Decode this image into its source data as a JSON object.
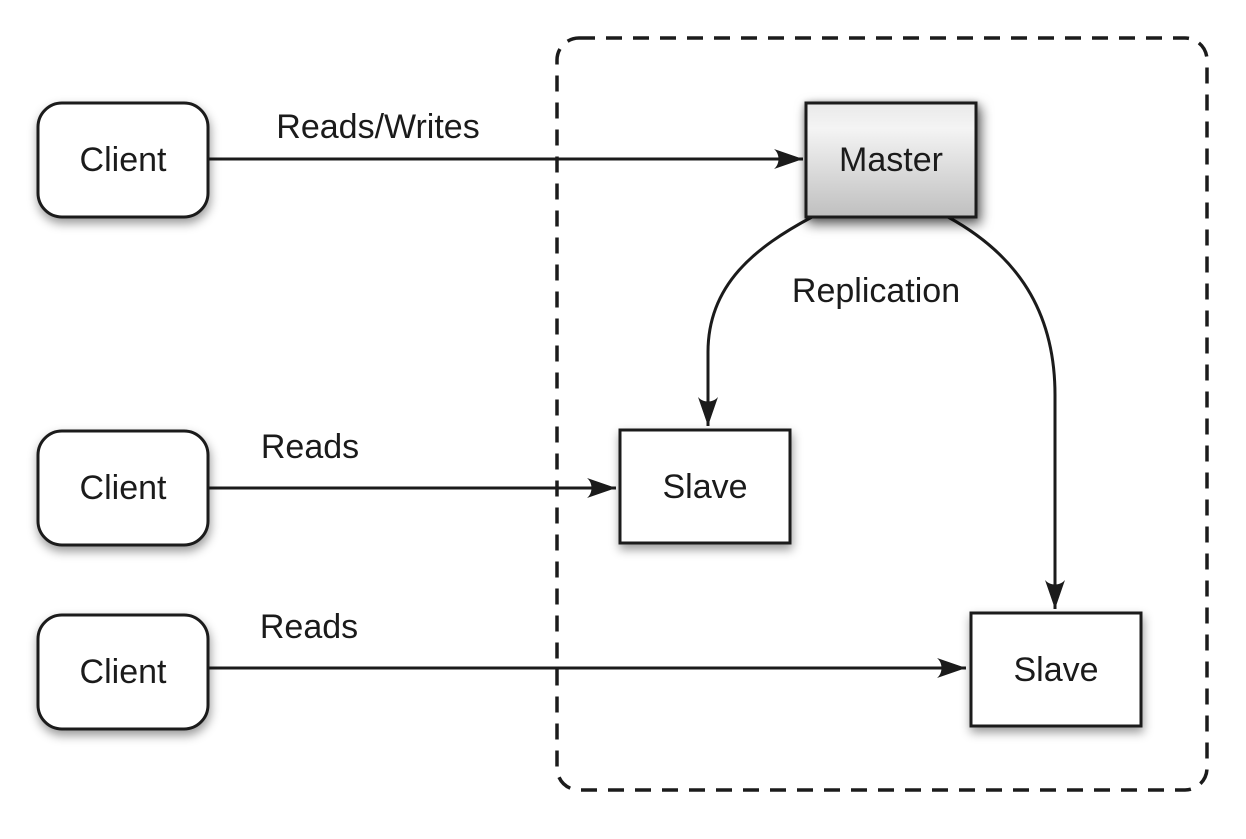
{
  "diagram": {
    "type": "master-slave-replication",
    "nodes": {
      "client1": {
        "label": "Client",
        "shape": "rounded-rect"
      },
      "client2": {
        "label": "Client",
        "shape": "rounded-rect"
      },
      "client3": {
        "label": "Client",
        "shape": "rounded-rect"
      },
      "master": {
        "label": "Master",
        "shape": "rect"
      },
      "slave1": {
        "label": "Slave",
        "shape": "rect"
      },
      "slave2": {
        "label": "Slave",
        "shape": "rect"
      }
    },
    "edges": {
      "client1_to_master": {
        "from": "client1",
        "to": "master",
        "label": "Reads/Writes"
      },
      "client2_to_slave1": {
        "from": "client2",
        "to": "slave1",
        "label": "Reads"
      },
      "client3_to_slave2": {
        "from": "client3",
        "to": "slave2",
        "label": "Reads"
      },
      "master_to_slaves": {
        "from": "master",
        "to": "slave1+slave2",
        "label": "Replication"
      }
    },
    "colors": {
      "background": "#ffffff",
      "line": "#1b1b1b",
      "node_fill": "#ffffff",
      "master_gradient_top": "#e9e9e9",
      "master_gradient_mid": "#f4f4f4",
      "master_gradient_bottom": "#bfbfbf"
    }
  }
}
